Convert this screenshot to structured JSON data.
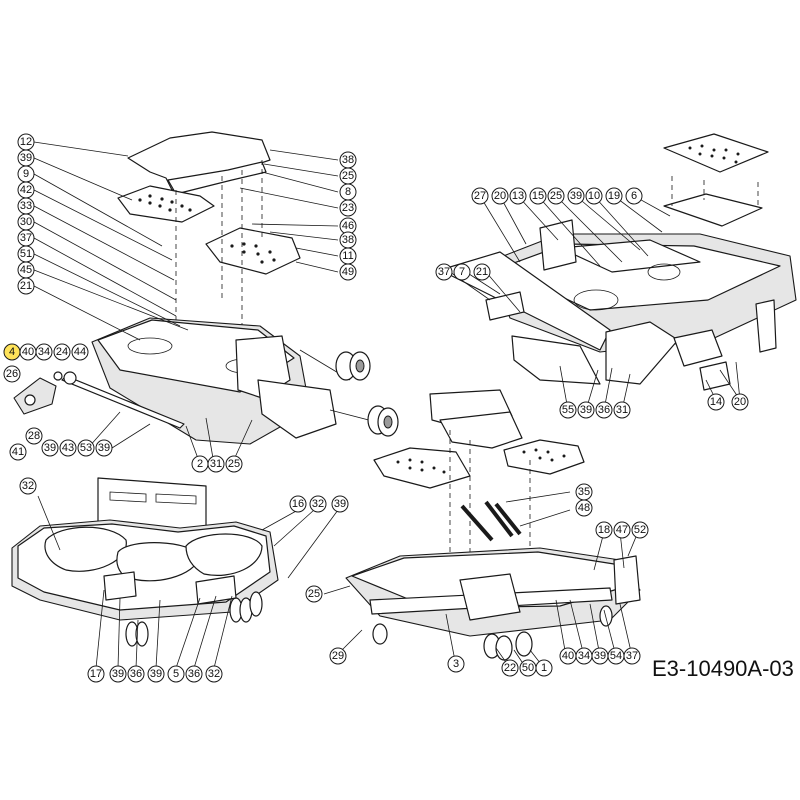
{
  "drawing_code": "E3-10490A-03",
  "highlighted_callout": "4",
  "callouts": {
    "upper_left": [
      "12",
      "39",
      "9",
      "42",
      "33",
      "30",
      "37",
      "51",
      "45",
      "21",
      "38",
      "25",
      "8",
      "23",
      "46",
      "38",
      "11",
      "49",
      "4",
      "40",
      "34",
      "24",
      "44",
      "26",
      "28",
      "39",
      "43",
      "53",
      "39",
      "41",
      "2",
      "31",
      "25"
    ],
    "upper_right": [
      "27",
      "20",
      "13",
      "15",
      "25",
      "39",
      "10",
      "19",
      "6",
      "37",
      "7",
      "21",
      "55",
      "39",
      "36",
      "31",
      "14",
      "20"
    ],
    "lower_left": [
      "32",
      "16",
      "32",
      "39",
      "17",
      "39",
      "36",
      "39",
      "5",
      "36",
      "32"
    ],
    "lower_right": [
      "35",
      "48",
      "18",
      "47",
      "52",
      "25",
      "29",
      "3",
      "22",
      "50",
      "1",
      "40",
      "34",
      "39",
      "54",
      "37"
    ]
  }
}
